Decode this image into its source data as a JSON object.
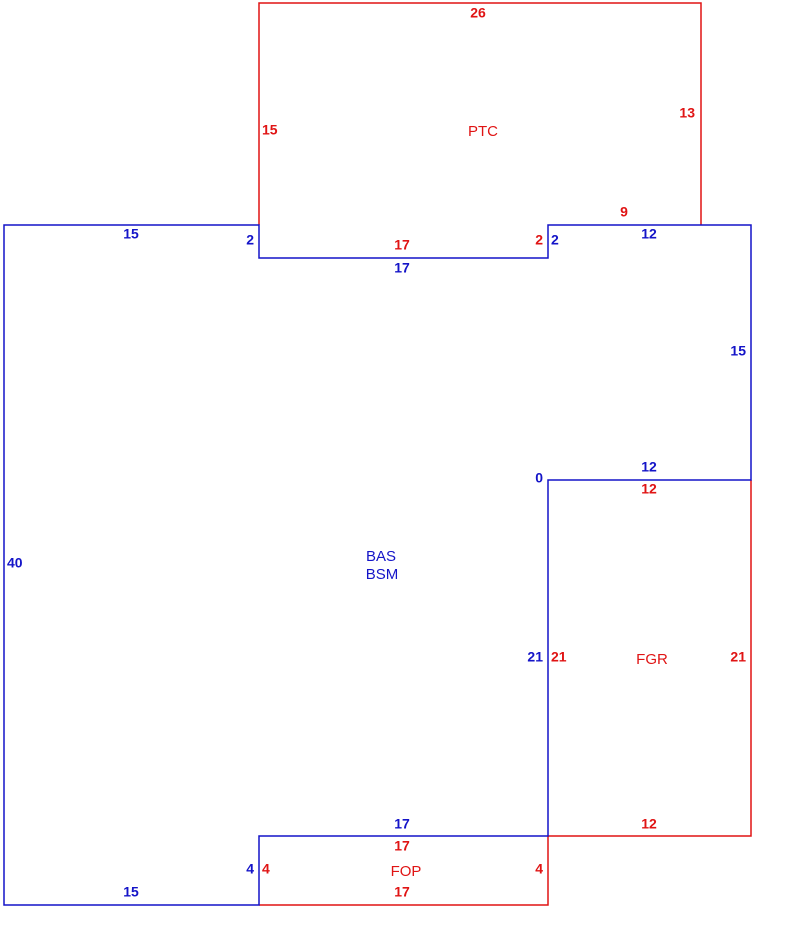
{
  "areas": {
    "main_code": "BAS",
    "main_code_2": "BSM",
    "porch_code": "PTC",
    "garage_code": "FGR",
    "front_porch_code": "FOP"
  },
  "main_dims": {
    "top_left": "15",
    "step_left": "2",
    "notch_bottom": "17",
    "step_right": "2",
    "top_right": "12",
    "right_upper": "15",
    "garage_top_blue": "12",
    "corner_zero": "0",
    "right_lower": "21",
    "porch_top": "17",
    "porch_left": "4",
    "bottom_left": "15",
    "left_side": "40"
  },
  "porch_dims": {
    "top": "26",
    "left": "15",
    "right": "13",
    "right_bottom": "9",
    "bottom": "17",
    "step": "2"
  },
  "garage_dims": {
    "top": "12",
    "left": "21",
    "right": "21",
    "bottom": "12"
  },
  "front_porch_dims": {
    "top": "17",
    "left": "4",
    "right": "4",
    "bottom": "17"
  },
  "colors": {
    "main_outline": "#1414c8",
    "addition_outline": "#e01414"
  }
}
